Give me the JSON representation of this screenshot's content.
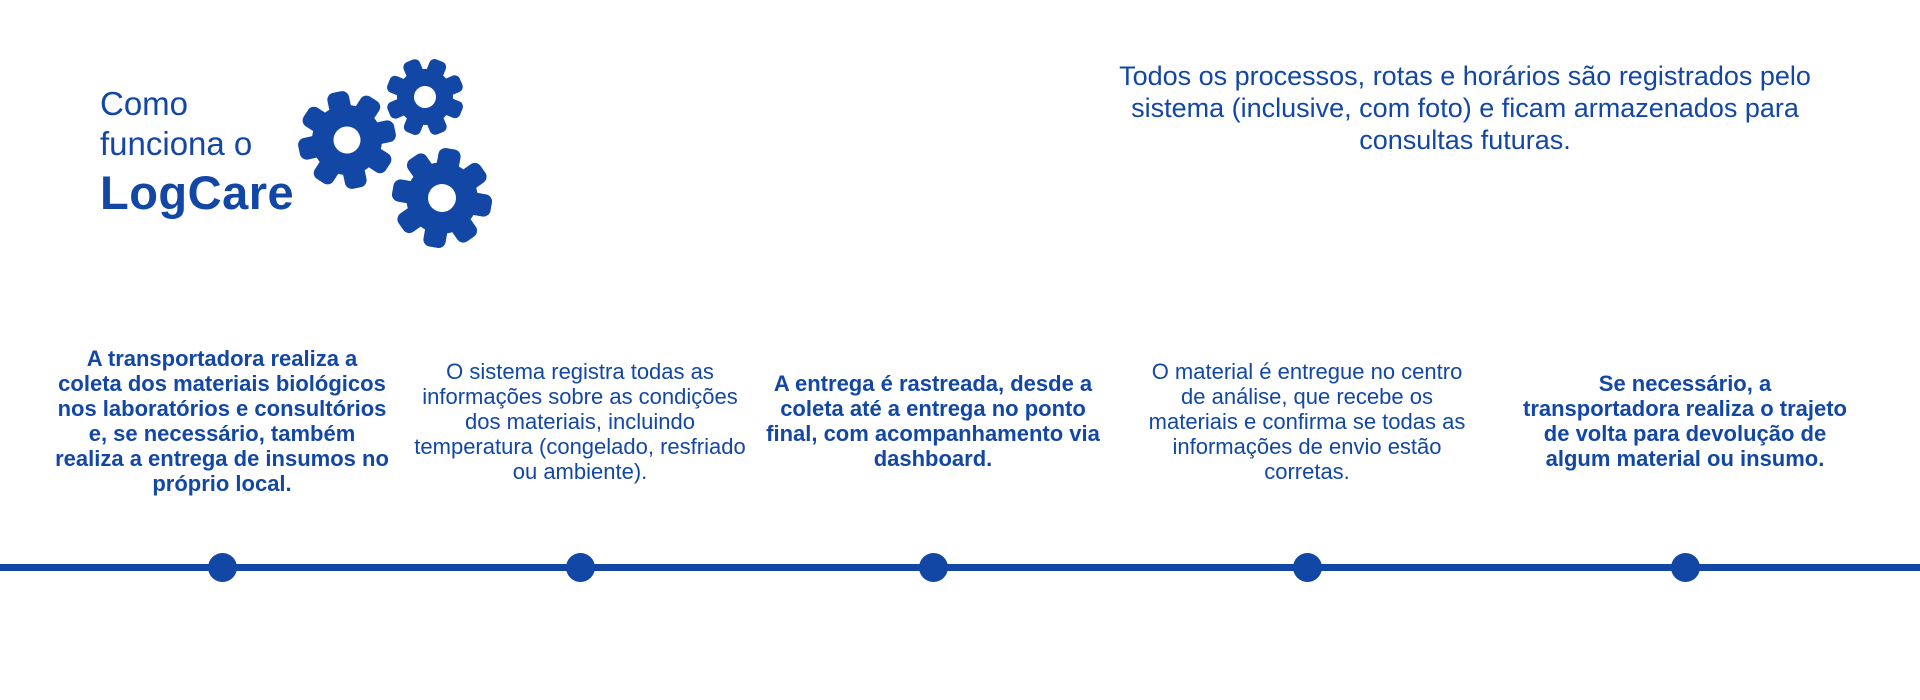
{
  "colors": {
    "accent_blue": "#1247a5",
    "background": "#ffffff"
  },
  "header": {
    "title_line1": "Como",
    "title_line2": "funciona o",
    "brand": "LogCare",
    "icon": "gears-icon"
  },
  "intro": {
    "text": "Todos os processos, rotas e horários são registrados pelo sistema (inclusive, com foto) e ficam armazenados para consultas futuras."
  },
  "timeline": {
    "dot_count": 5,
    "steps": [
      {
        "text": "A transportadora realiza a coleta dos materiais biológicos nos laboratórios e consultórios e, se necessário, também realiza a entrega de insumos no próprio local.",
        "emphasis": true
      },
      {
        "text": "O sistema registra todas as informações sobre as condições dos materiais, incluindo temperatura (congelado, resfriado ou ambiente).",
        "emphasis": false
      },
      {
        "text": "A entrega é rastreada, desde a coleta até a entrega no ponto final, com acompanhamento via dashboard.",
        "emphasis": true
      },
      {
        "text": "O material é entregue no centro de análise, que recebe os materiais e confirma se todas as informações de envio estão corretas.",
        "emphasis": false
      },
      {
        "text": "Se necessário, a transportadora realiza o trajeto de volta para devolução de algum material ou insumo.",
        "emphasis": true
      }
    ]
  }
}
